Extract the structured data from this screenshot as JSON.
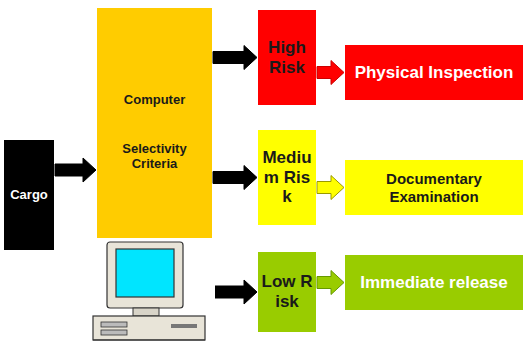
{
  "diagram": {
    "nodes": [
      {
        "text": [
          "Cargo"
        ]
      },
      {
        "text": [
          "Computer",
          "Selectivity Criteria"
        ]
      },
      {
        "text": [
          "High Risk"
        ]
      },
      {
        "text": [
          "Physical Inspection"
        ]
      },
      {
        "text": [
          "Medium Risk"
        ]
      },
      {
        "text": [
          "Documentary Examination"
        ]
      },
      {
        "text": [
          "Low Risk"
        ]
      },
      {
        "text": [
          "Immediate release"
        ]
      }
    ],
    "edges": [
      {
        "from": 0,
        "to": 1,
        "arrow": "to"
      },
      {
        "from": 1,
        "to": 2,
        "arrow": "to"
      },
      {
        "from": 2,
        "to": 3,
        "arrow": "to"
      },
      {
        "from": 1,
        "to": 4,
        "arrow": "to"
      },
      {
        "from": 4,
        "to": 5,
        "arrow": "to"
      },
      {
        "from": 1,
        "to": 6,
        "arrow": "to"
      },
      {
        "from": 6,
        "to": 7,
        "arrow": "to"
      }
    ]
  }
}
